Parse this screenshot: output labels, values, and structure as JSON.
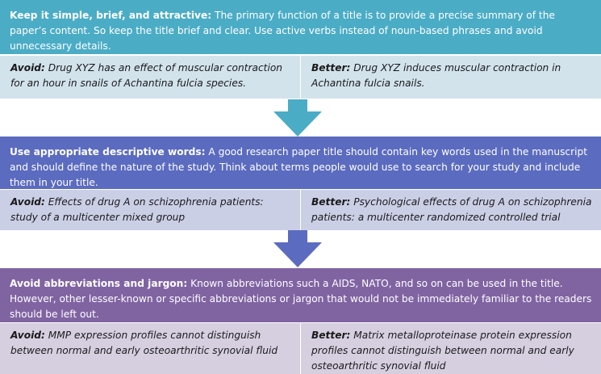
{
  "colors": {
    "sec1_header": "#4bacc6",
    "sec1_row": "#d2e3ec",
    "sec1_arrow": "#4bacc6",
    "sec2_header": "#5b6bbf",
    "sec2_row": "#cbcfe6",
    "sec2_arrow": "#5b6bbf",
    "sec3_header": "#8064a2",
    "sec3_row": "#d6cfe0"
  },
  "sections": [
    {
      "title": "Keep it simple, brief, and attractive:",
      "body": "The primary function of a title is to provide a precise summary of the paper’s content. So keep the title brief and clear. Use active verbs instead of noun-based phrases and avoid unnecessary details.",
      "avoid_label": "Avoid:",
      "avoid_text": "Drug XYZ has an effect of muscular contraction for an hour in snails of Achantina fulcia species.",
      "better_label": "Better:",
      "better_text": "Drug XYZ induces muscular contraction in Achantina fulcia snails."
    },
    {
      "title": "Use appropriate descriptive words:",
      "body": "A good research paper title should contain key words used in the manuscript and should define the nature of the study. Think about terms people would use to search for your study and include them in your title.",
      "avoid_label": "Avoid:",
      "avoid_text": "Effects of drug A on schizophrenia patients: study of a multicenter mixed group",
      "better_label": "Better:",
      "better_text": "Psychological effects of drug A on schizophrenia patients: a multicenter randomized controlled trial"
    },
    {
      "title": "Avoid abbreviations and jargon:",
      "body": "Known abbreviations such a AIDS, NATO, and so on can be used in the title. However, other lesser-known or specific abbreviations or jargon that would not be immediately familiar to the readers should be left out.",
      "avoid_label": "Avoid:",
      "avoid_text": "MMP expression profiles cannot distinguish between normal and early osteoarthritic synovial fluid",
      "better_label": "Better:",
      "better_text": "Matrix metalloproteinase protein expression profiles cannot distinguish between normal and early osteoarthritic synovial fluid"
    }
  ]
}
